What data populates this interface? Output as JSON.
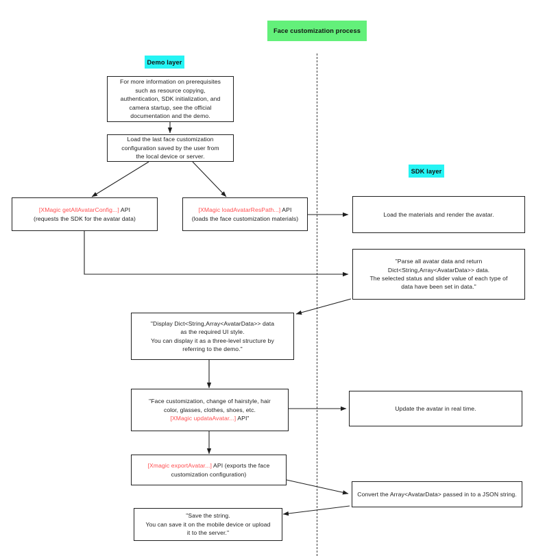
{
  "diagram": {
    "title_badge": {
      "label": "Face customization process",
      "color": "#63f07a"
    },
    "lane_labels": [
      {
        "name": "demo-layer",
        "label": "Demo layer",
        "color": "#25f4f4"
      },
      {
        "name": "sdk-layer",
        "label": "SDK layer",
        "color": "#25f4f4"
      }
    ],
    "divider": {
      "style": "dashed",
      "color": "#3a3a3a"
    },
    "colors": {
      "api_red": "#ff4d4f",
      "node_border": "#1f1f1f",
      "node_fill": "#ffffff",
      "badge_green": "#63f07a",
      "badge_cyan": "#25f4f4"
    },
    "nodes": [
      {
        "id": "prerequisites",
        "lane": "demo",
        "text": "For more information on prerequisites\nsuch as resource copying,\nauthentication, SDK initialization, and\ncamera startup, see the official\ndocumentation and the demo."
      },
      {
        "id": "load-config",
        "lane": "demo",
        "text": "Load the last face customization\nconfiguration saved by the user from\nthe local device or server."
      },
      {
        "id": "get-all-avatar-config",
        "lane": "demo",
        "api_text": "[XMagic getAllAvatarConfig...]",
        "text": " API\n(requests the SDK for the avatar data)"
      },
      {
        "id": "load-avatar-res-path",
        "lane": "demo",
        "api_text": "[XMagic loadAvatarResPath...]",
        "text": " API\n(loads the face customization materials)"
      },
      {
        "id": "load-materials-render",
        "lane": "sdk",
        "text": "Load the materials and render the avatar."
      },
      {
        "id": "parse-avatar-data",
        "lane": "sdk",
        "text": "\"Parse all avatar data and return\nDict<String,Array<AvatarData>> data.\nThe selected status and slider value of each type of\ndata have been set in data.\""
      },
      {
        "id": "display-ui",
        "lane": "demo",
        "text": "\"Display Dict<String,Array<AvatarData>> data\nas the required UI style.\nYou can display it as a three-level structure by\nreferring to the demo.\""
      },
      {
        "id": "face-customization",
        "lane": "demo",
        "text_before": "\"Face customization, change of hairstyle, hair\ncolor, glasses, clothes, shoes, etc.\n",
        "api_text": "[XMagic updataAvatar...]",
        "text_after": " API\""
      },
      {
        "id": "update-avatar-realtime",
        "lane": "sdk",
        "text": "Update the avatar in real time."
      },
      {
        "id": "export-avatar",
        "lane": "demo",
        "api_text": "[Xmagic exportAvatar...]",
        "text": " API (exports the face\ncustomization configuration)"
      },
      {
        "id": "convert-json",
        "lane": "sdk",
        "text": "Convert the Array<AvatarData> passed in to a JSON string."
      },
      {
        "id": "save-string",
        "lane": "demo",
        "text": "\"Save the string.\nYou can save it on the mobile device or upload\nit to the server.\""
      }
    ]
  }
}
